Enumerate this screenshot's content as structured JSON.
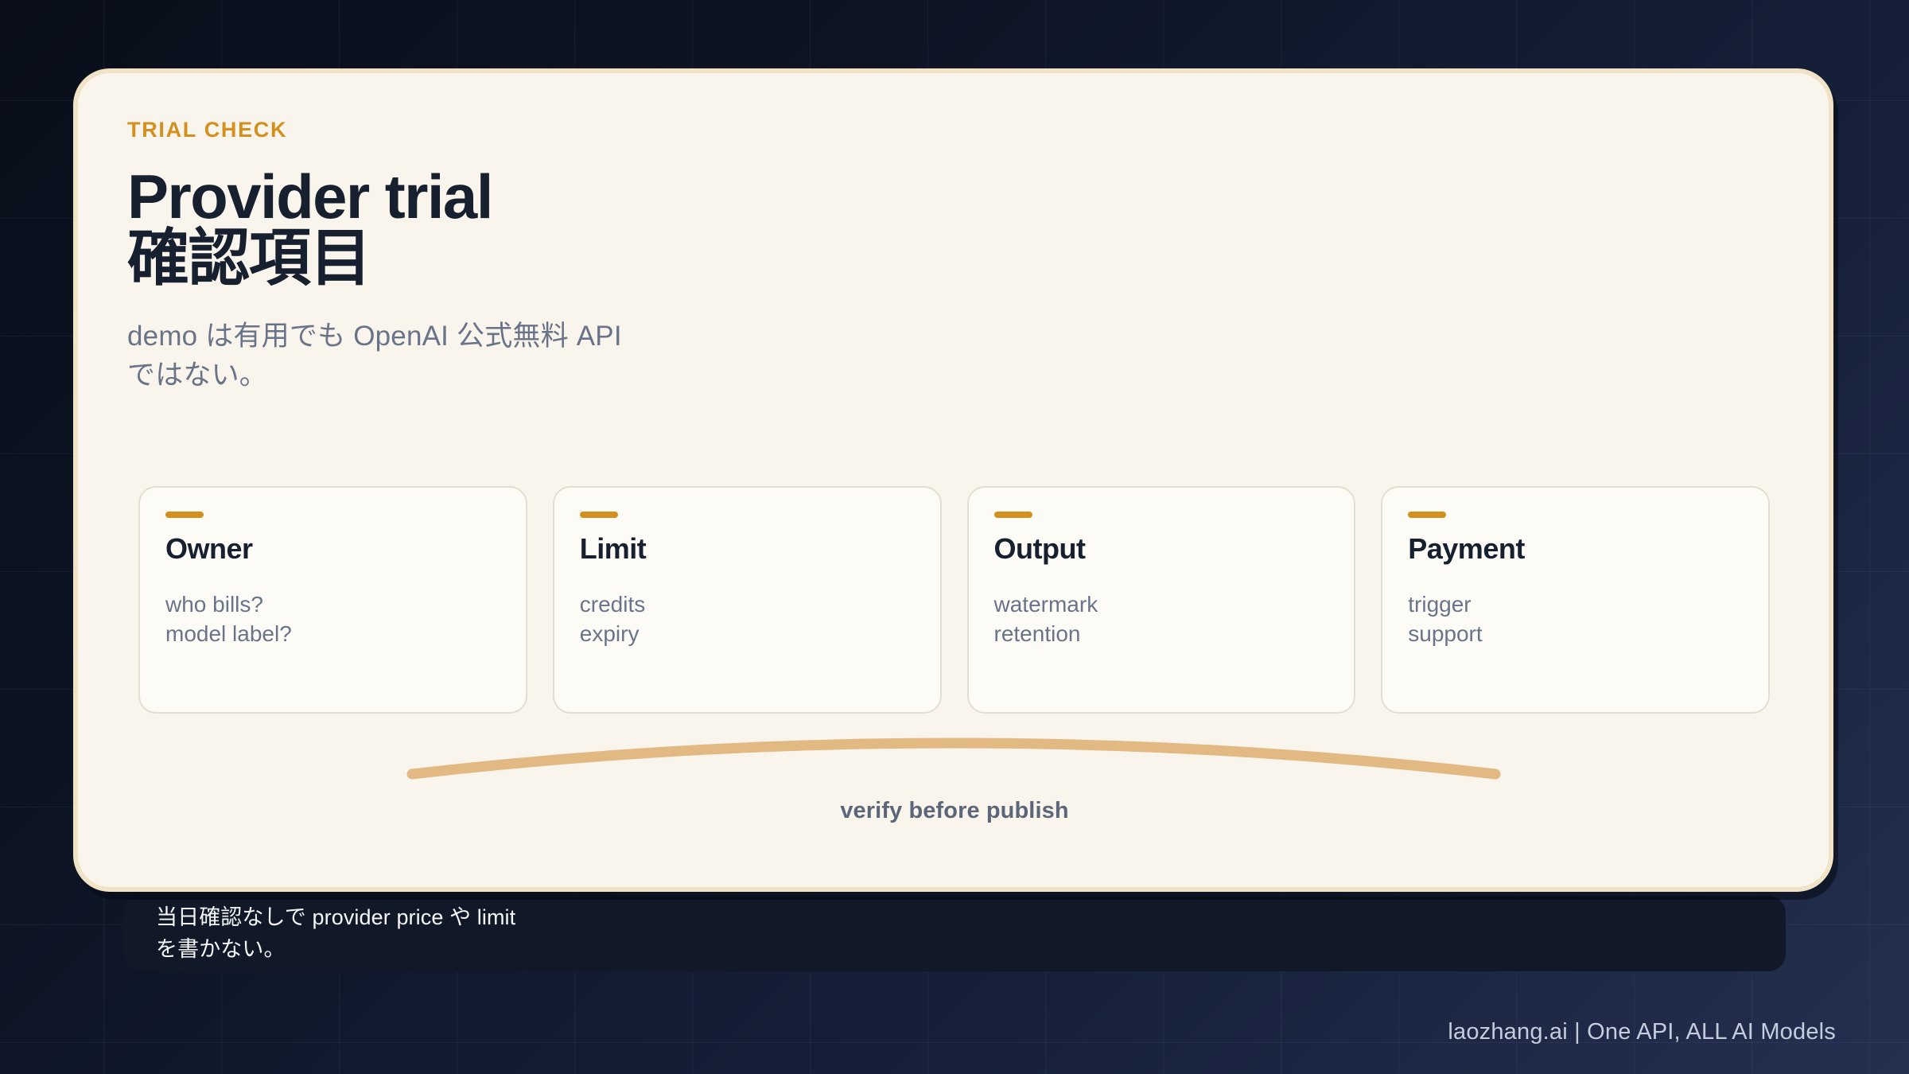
{
  "background": {
    "gradient_from": "#090e1a",
    "gradient_to": "#23304f",
    "grid": true
  },
  "panel": {
    "eyebrow": "TRIAL CHECK",
    "headline": "Provider trial\n確認項目",
    "subtitle": "demo は有用でも OpenAI 公式無料 API\nではない。",
    "background_color": "#faf5ec",
    "border_color": "#f0e3c8",
    "accent_color": "#d4901f"
  },
  "cards": [
    {
      "title": "Owner",
      "lines": "who bills?\nmodel label?",
      "accent_color": "#d4901f"
    },
    {
      "title": "Limit",
      "lines": "credits\nexpiry",
      "accent_color": "#d4901f"
    },
    {
      "title": "Output",
      "lines": "watermark\nretention",
      "accent_color": "#d4901f"
    },
    {
      "title": "Payment",
      "lines": "trigger\nsupport",
      "accent_color": "#d4901f"
    }
  ],
  "arc": {
    "color": "#e2b983",
    "stroke_width": 13
  },
  "caption": "verify before publish",
  "note": {
    "text": "当日確認なしで provider price や limit\nを書かない。",
    "background_color": "#111827",
    "text_color": "#f4f6fa"
  },
  "footer": {
    "brand": "laozhang.ai | One API, ALL AI Models"
  }
}
